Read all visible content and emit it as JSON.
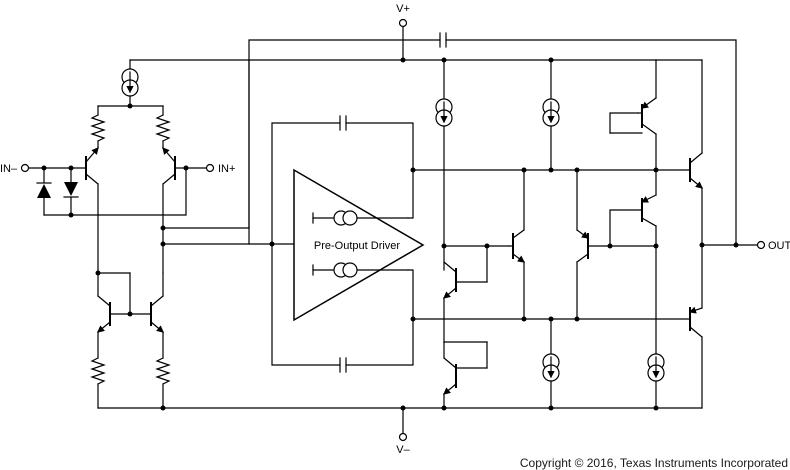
{
  "labels": {
    "vplus": "V+",
    "vminus": "V–",
    "in_minus": "IN–",
    "in_plus": "IN+",
    "out": "OUT",
    "driver": "Pre-Output Driver"
  },
  "footer": {
    "copyright": "Copyright © 2016, Texas Instruments Incorporated"
  }
}
